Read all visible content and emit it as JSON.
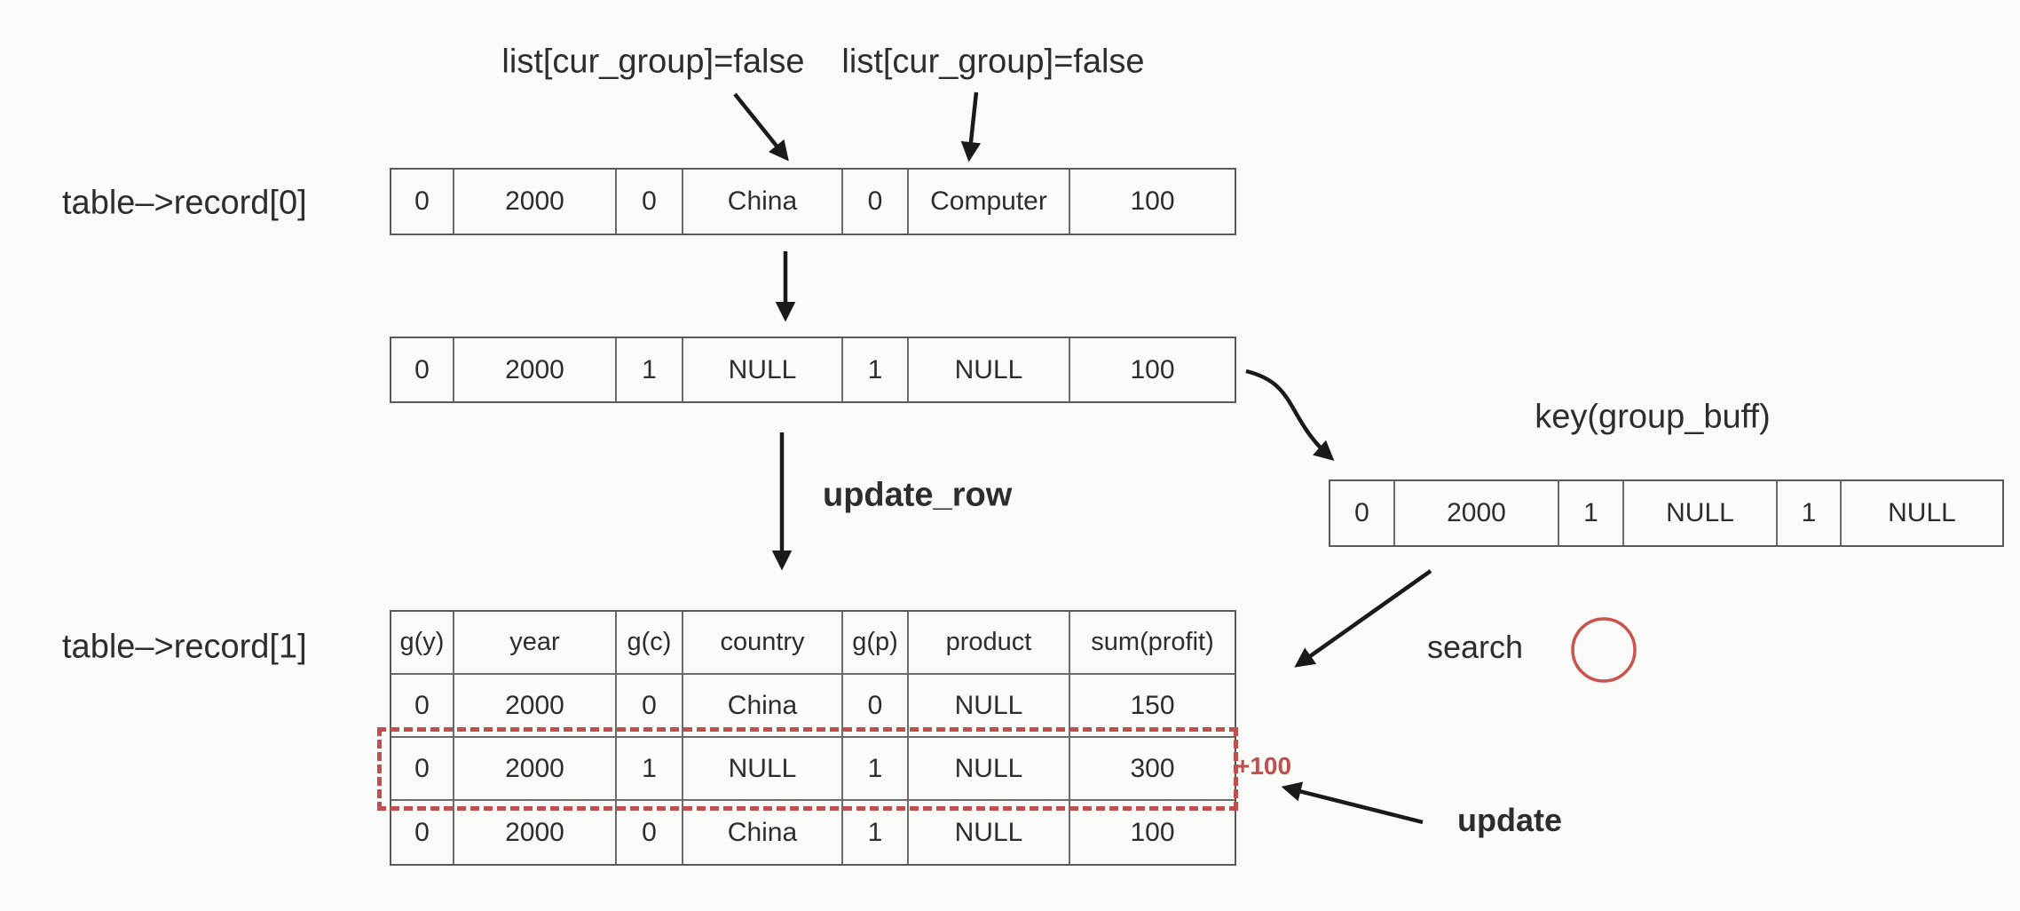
{
  "colors": {
    "background": "#fafaf8",
    "table_border": "#5a5a5a",
    "text": "#2d2d2d",
    "accent_red": "#c0504d"
  },
  "annotations": {
    "flag_label_1": "list[cur_group]=false",
    "flag_label_2": "list[cur_group]=false",
    "record0_label": "table–>record[0]",
    "record1_label": "table–>record[1]",
    "update_row_label": "update_row",
    "key_buff_label": "key(group_buff)",
    "search_label": "search",
    "update_label": "update",
    "delta_label": "+100"
  },
  "record0_row": {
    "cells": [
      "0",
      "2000",
      "0",
      "China",
      "0",
      "Computer",
      "100"
    ]
  },
  "intermediate_row": {
    "cells": [
      "0",
      "2000",
      "1",
      "NULL",
      "1",
      "NULL",
      "100"
    ]
  },
  "key_row": {
    "cells": [
      "0",
      "2000",
      "1",
      "NULL",
      "1",
      "NULL"
    ]
  },
  "record1_table": {
    "headers": [
      "g(y)",
      "year",
      "g(c)",
      "country",
      "g(p)",
      "product",
      "sum(profit)"
    ],
    "rows": [
      [
        "0",
        "2000",
        "0",
        "China",
        "0",
        "NULL",
        "150"
      ],
      [
        "0",
        "2000",
        "1",
        "NULL",
        "1",
        "NULL",
        "300"
      ],
      [
        "0",
        "2000",
        "0",
        "China",
        "1",
        "NULL",
        "100"
      ]
    ],
    "highlighted_row_index": 1,
    "highlight_note": "+100"
  }
}
